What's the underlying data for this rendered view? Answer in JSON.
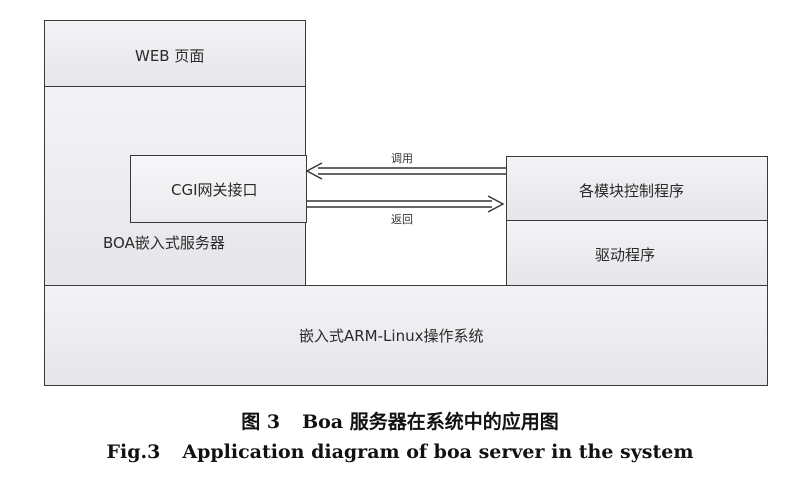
{
  "diagram": {
    "web_page": "WEB 页面",
    "boa_server": "BOA嵌入式服务器",
    "cgi": "CGI网关接口",
    "modules": "各模块控制程序",
    "driver": "驱动程序",
    "os": "嵌入式ARM-Linux操作系统",
    "call": "调用",
    "return": "返回"
  },
  "caption": {
    "cn_num": "图 3",
    "cn_text": "Boa 服务器在系统中的应用图",
    "en_num": "Fig.3",
    "en_text": "Application diagram of boa server in the system"
  },
  "colors": {
    "border": "#3a3a3a",
    "fill_top": "#f3f3f6",
    "fill_bottom": "#e6e6ea"
  }
}
